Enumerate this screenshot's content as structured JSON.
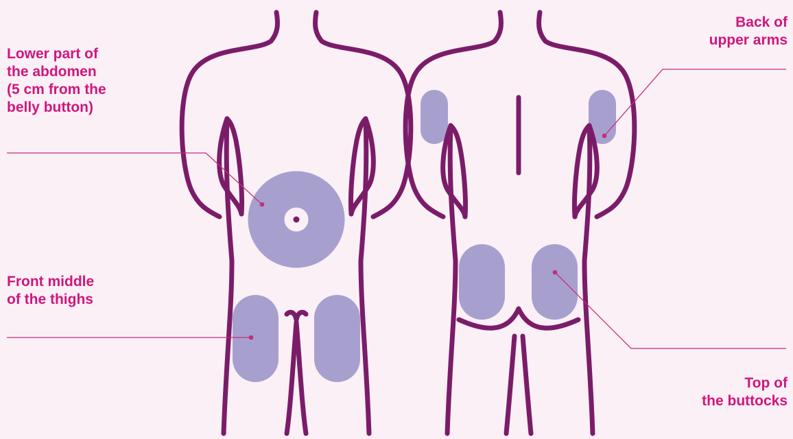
{
  "colors": {
    "background": "#fbf0f6",
    "outline": "#7b1c69",
    "zone": "#a7a0cf",
    "label": "#d0167e",
    "leader": "#c42e7b"
  },
  "labels": {
    "abdomen": "Lower part of\nthe abdomen\n(5 cm from the\nbelly button)",
    "thighs": "Front middle\nof the thighs",
    "upper_arms": "Back of\nupper arms",
    "buttocks": "Top of\nthe buttocks"
  },
  "figures": {
    "front": "front-body-outline",
    "back": "back-body-outline"
  }
}
